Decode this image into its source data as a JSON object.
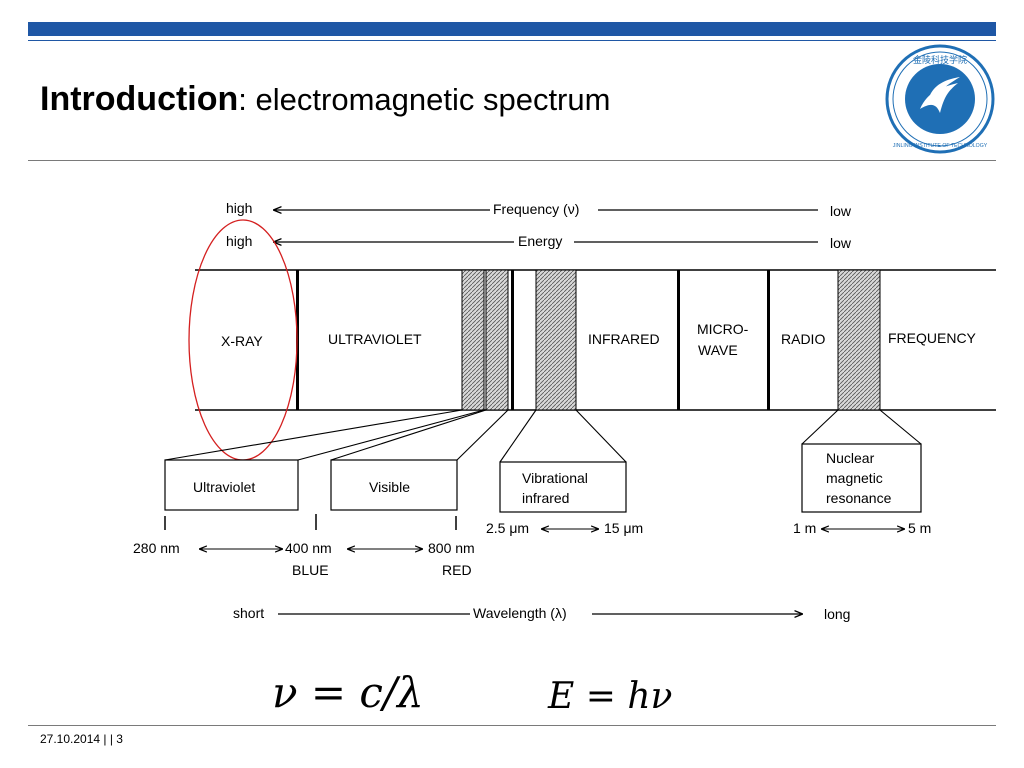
{
  "slide": {
    "title_bold": "Introduction",
    "title_rest": ": electromagnetic spectrum",
    "footer": "27.10.2014  |  |  3",
    "accent": "#1f57a5"
  },
  "logo": {
    "caption": "JINLING INSTITUTE OF TECHNOLOGY",
    "glyphs": "金陵科技学院"
  },
  "diagram": {
    "frequency": {
      "left": "high",
      "label": "Frequency (ν)",
      "right": "low"
    },
    "energy": {
      "left": "high",
      "label": "Energy",
      "right": "low"
    },
    "bands": {
      "xray": "X-RAY",
      "uv": "ULTRAVIOLET",
      "ir": "INFRARED",
      "micro1": "MICRO-",
      "micro2": "WAVE",
      "radio": "RADIO",
      "freq": "FREQUENCY"
    },
    "boxes": {
      "uv": "Ultraviolet",
      "vis": "Visible",
      "vib1": "Vibrational",
      "vib2": "infrared",
      "nmr1": "Nuclear",
      "nmr2": "magnetic",
      "nmr3": "resonance"
    },
    "ranges": {
      "nm280": "280 nm",
      "nm400": "400 nm",
      "blue": "BLUE",
      "nm800": "800 nm",
      "red": "RED",
      "um25": "2.5 μm",
      "um15": "15 μm",
      "m1": "1 m",
      "m5": "5 m"
    },
    "wavelength": {
      "left": "short",
      "label": "Wavelength (λ)",
      "right": "long"
    }
  },
  "formulas": {
    "f1": "ν = c/λ",
    "f2": "E = hν"
  }
}
